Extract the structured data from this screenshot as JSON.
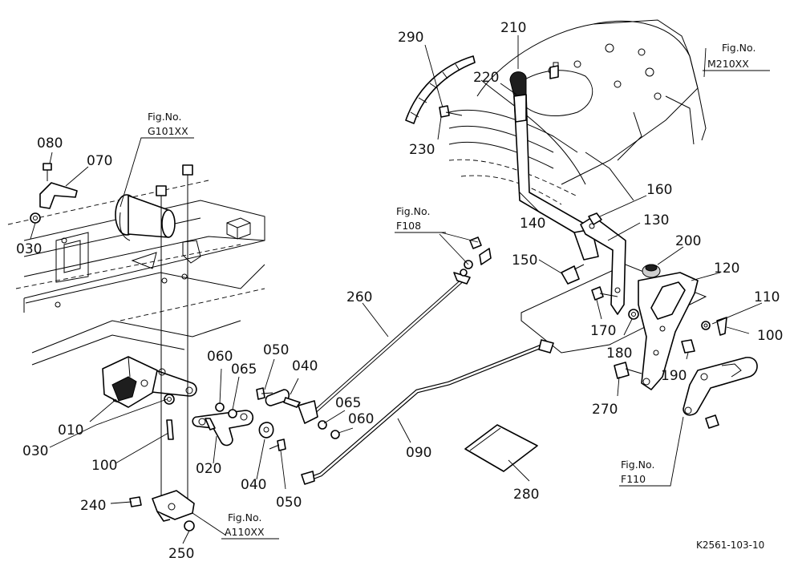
{
  "callouts": {
    "c010": "010",
    "c020": "020",
    "c030a": "030",
    "c030b": "030",
    "c040a": "040",
    "c040b": "040",
    "c050a": "050",
    "c050b": "050",
    "c060a": "060",
    "c060b": "060",
    "c065a": "065",
    "c065b": "065",
    "c070": "070",
    "c080": "080",
    "c090": "090",
    "c100a": "100",
    "c100b": "100",
    "c110": "110",
    "c120": "120",
    "c130": "130",
    "c140": "140",
    "c150": "150",
    "c160": "160",
    "c170": "170",
    "c180": "180",
    "c190": "190",
    "c200": "200",
    "c210": "210",
    "c220": "220",
    "c230": "230",
    "c240": "240",
    "c250": "250",
    "c260": "260",
    "c270": "270",
    "c280": "280",
    "c290": "290"
  },
  "figure_refs": {
    "g101": {
      "label": "Fig.No.",
      "number": "G101XX"
    },
    "m210": {
      "label": "Fig.No.",
      "number": "M210XX"
    },
    "f108": {
      "label": "Fig.No.",
      "number": "F108"
    },
    "f110": {
      "label": "Fig.No.",
      "number": "F110"
    },
    "a110": {
      "label": "Fig.No.",
      "number": "A110XX"
    }
  },
  "drawing_code": "K2561-103-10"
}
